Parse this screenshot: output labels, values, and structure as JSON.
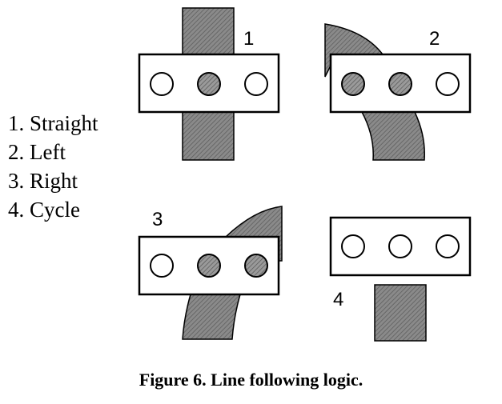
{
  "legend": {
    "items": [
      "1. Straight",
      "2. Left",
      "3. Right",
      "4. Cycle"
    ]
  },
  "panels": [
    {
      "number": "1",
      "sensors_on_line": [
        false,
        true,
        false
      ]
    },
    {
      "number": "2",
      "sensors_on_line": [
        true,
        true,
        false
      ]
    },
    {
      "number": "3",
      "sensors_on_line": [
        false,
        true,
        true
      ]
    },
    {
      "number": "4",
      "sensors_on_line": [
        false,
        false,
        false
      ]
    }
  ],
  "caption": "Figure 6. Line following logic.",
  "colors": {
    "line_fill": "#7a7a7a",
    "line_hatch": "#b5b5b5",
    "outline": "#000000",
    "sensor_off": "#ffffff"
  }
}
